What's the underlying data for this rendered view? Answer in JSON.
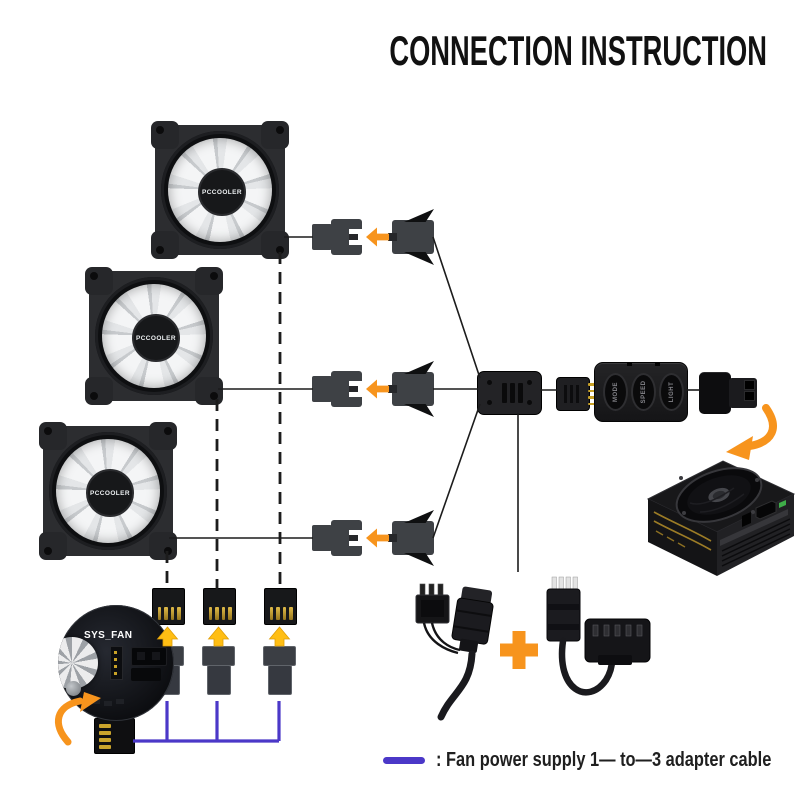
{
  "title": "CONNECTION INSTRUCTION",
  "fans": {
    "brand": "PCCOOLER",
    "count": 3
  },
  "controller": {
    "buttons": [
      {
        "label": "MODE"
      },
      {
        "label": "SPEED"
      },
      {
        "label": "LIGHT"
      }
    ]
  },
  "motherboard": {
    "header_label": "SYS_FAN"
  },
  "legend": {
    "text": ": Fan power supply 1— to—3 adapter cable",
    "swatch_color": "#4B38C8"
  },
  "colors": {
    "background": "#ffffff",
    "connect_arrow_orange": "#F7941D",
    "install_arrow_yellow": "#FFBE14",
    "power_cable_purple": "#4B38C8",
    "wire_black": "#1c1c1c",
    "pin_gold": "#C9A227",
    "connector_gray": "#3e4145"
  }
}
